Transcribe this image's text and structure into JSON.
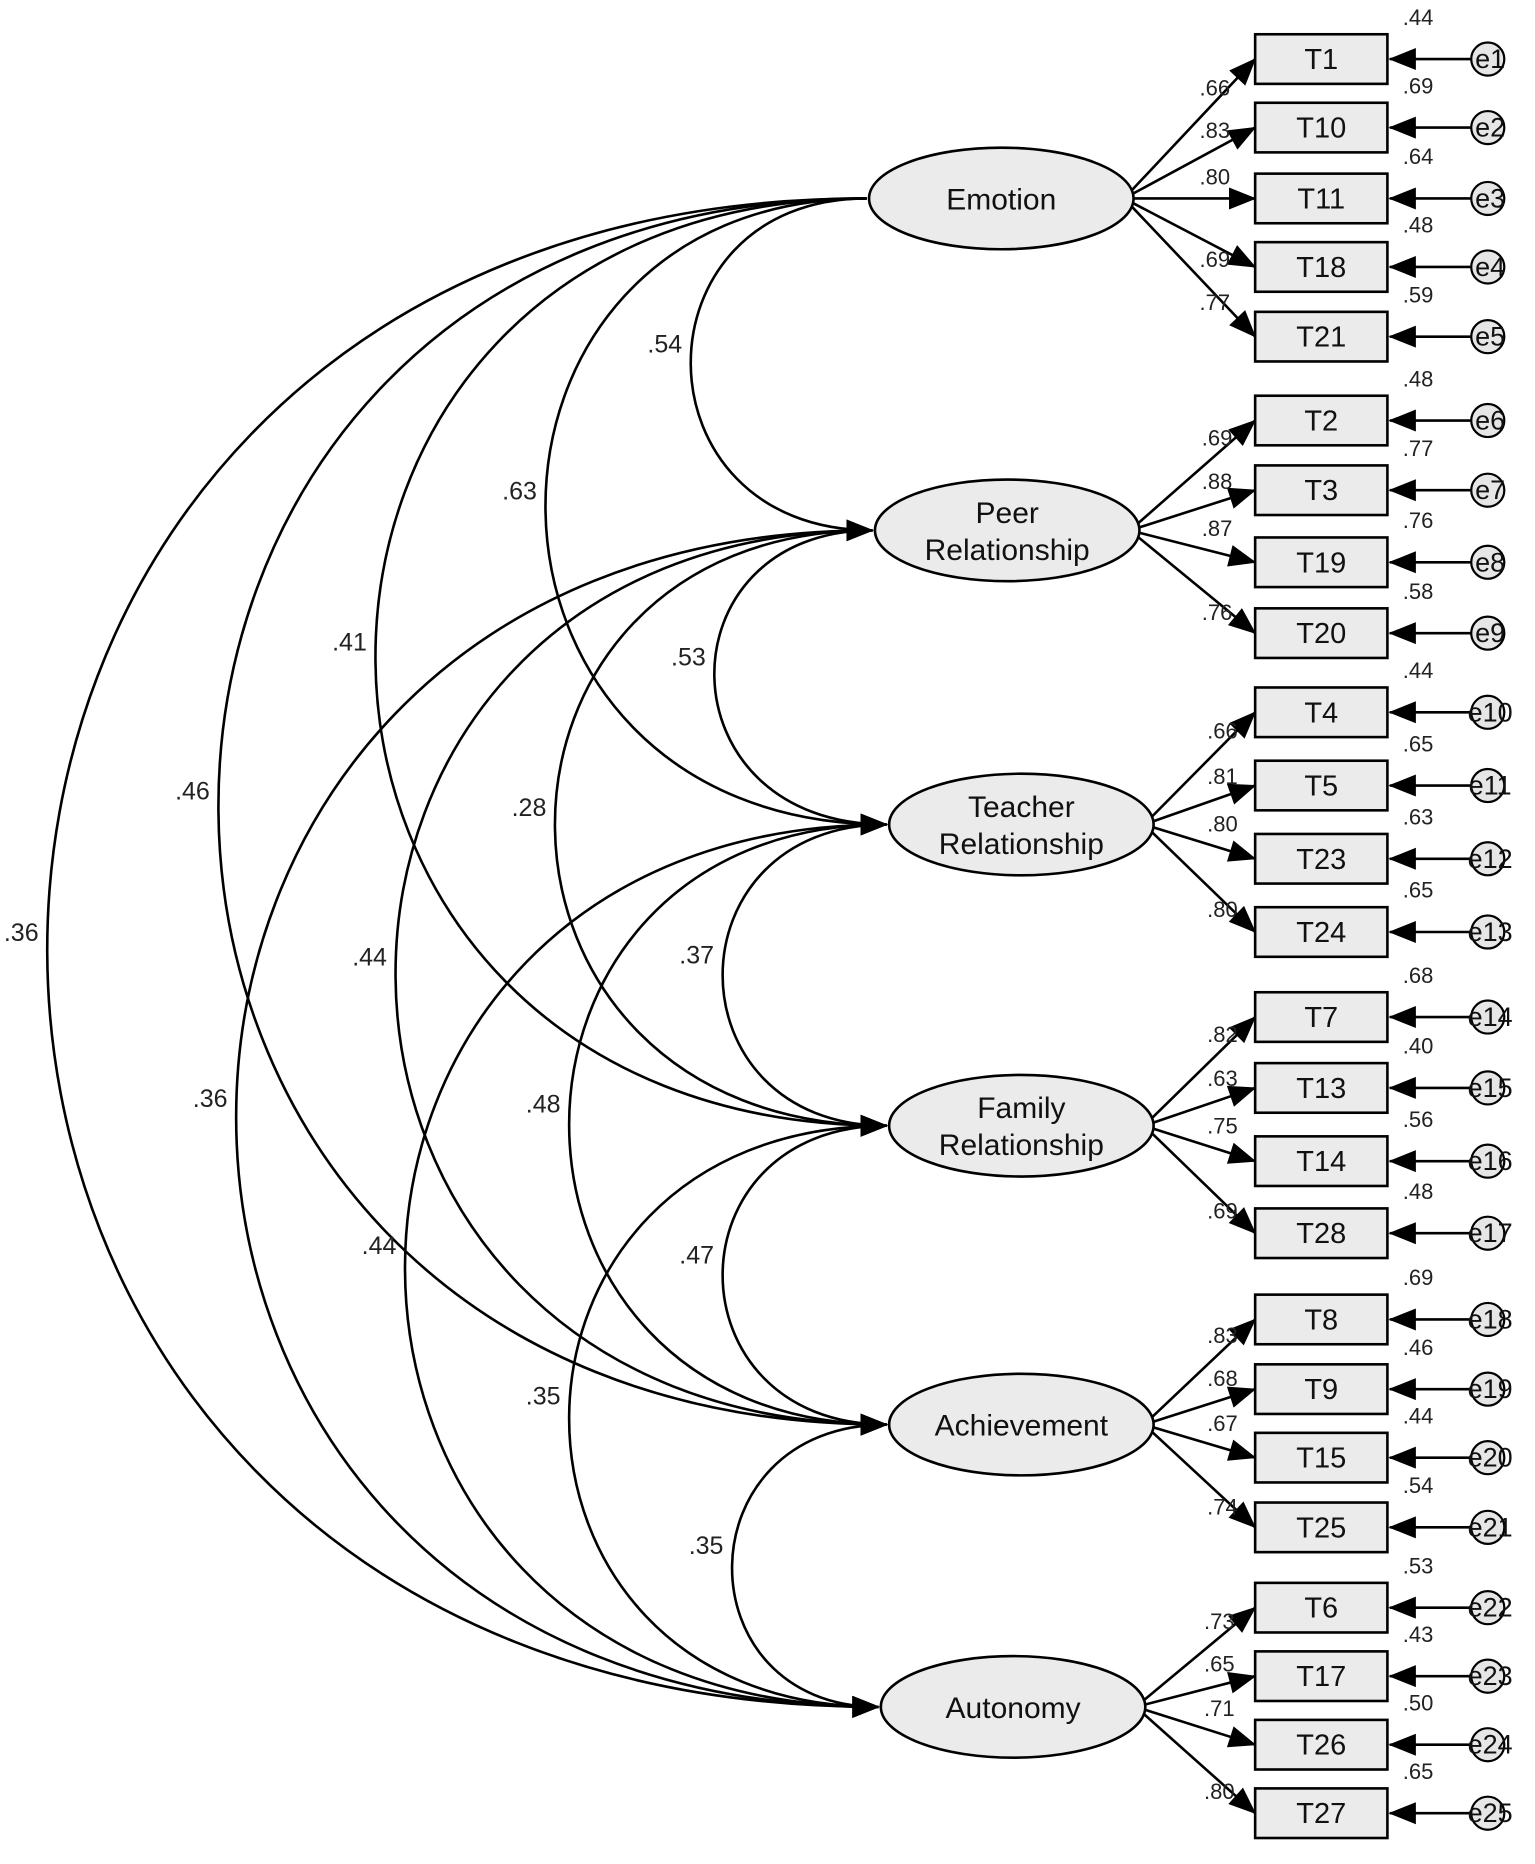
{
  "colors": {
    "node_fill": "#ebebeb",
    "stroke": "#000000",
    "text": "#111111"
  },
  "factors": [
    {
      "id": "emotion",
      "lines": [
        "Emotion"
      ],
      "items": [
        {
          "id": "T1",
          "loading": ".66",
          "r2": ".44",
          "error": "e1"
        },
        {
          "id": "T10",
          "loading": ".83",
          "r2": ".69",
          "error": "e2"
        },
        {
          "id": "T11",
          "loading": ".80",
          "r2": ".64",
          "error": "e3"
        },
        {
          "id": "T18",
          "loading": ".69",
          "r2": ".48",
          "error": "e4"
        },
        {
          "id": "T21",
          "loading": ".77",
          "r2": ".59",
          "error": "e5"
        }
      ]
    },
    {
      "id": "peer",
      "lines": [
        "Peer",
        "Relationship"
      ],
      "items": [
        {
          "id": "T2",
          "loading": ".69",
          "r2": ".48",
          "error": "e6"
        },
        {
          "id": "T3",
          "loading": ".88",
          "r2": ".77",
          "error": "e7"
        },
        {
          "id": "T19",
          "loading": ".87",
          "r2": ".76",
          "error": "e8"
        },
        {
          "id": "T20",
          "loading": ".76",
          "r2": ".58",
          "error": "e9"
        }
      ]
    },
    {
      "id": "teacher",
      "lines": [
        "Teacher",
        "Relationship"
      ],
      "items": [
        {
          "id": "T4",
          "loading": ".66",
          "r2": ".44",
          "error": "e10"
        },
        {
          "id": "T5",
          "loading": ".81",
          "r2": ".65",
          "error": "e11"
        },
        {
          "id": "T23",
          "loading": ".80",
          "r2": ".63",
          "error": "e12"
        },
        {
          "id": "T24",
          "loading": ".80",
          "r2": ".65",
          "error": "e13"
        }
      ]
    },
    {
      "id": "family",
      "lines": [
        "Family",
        "Relationship"
      ],
      "items": [
        {
          "id": "T7",
          "loading": ".82",
          "r2": ".68",
          "error": "e14"
        },
        {
          "id": "T13",
          "loading": ".63",
          "r2": ".40",
          "error": "e15"
        },
        {
          "id": "T14",
          "loading": ".75",
          "r2": ".56",
          "error": "e16"
        },
        {
          "id": "T28",
          "loading": ".69",
          "r2": ".48",
          "error": "e17"
        }
      ]
    },
    {
      "id": "achievement",
      "lines": [
        "Achievement"
      ],
      "items": [
        {
          "id": "T8",
          "loading": ".83",
          "r2": ".69",
          "error": "e18"
        },
        {
          "id": "T9",
          "loading": ".68",
          "r2": ".46",
          "error": "e19"
        },
        {
          "id": "T15",
          "loading": ".67",
          "r2": ".44",
          "error": "e20"
        },
        {
          "id": "T25",
          "loading": ".74",
          "r2": ".54",
          "error": "e21"
        }
      ]
    },
    {
      "id": "autonomy",
      "lines": [
        "Autonomy"
      ],
      "items": [
        {
          "id": "T6",
          "loading": ".73",
          "r2": ".53",
          "error": "e22"
        },
        {
          "id": "T17",
          "loading": ".65",
          "r2": ".43",
          "error": "e23"
        },
        {
          "id": "T26",
          "loading": ".71",
          "r2": ".50",
          "error": "e24"
        },
        {
          "id": "T27",
          "loading": ".80",
          "r2": ".65",
          "error": "e25"
        }
      ]
    }
  ],
  "correlations": [
    {
      "from": "emotion",
      "to": "peer",
      "value": ".54"
    },
    {
      "from": "peer",
      "to": "teacher",
      "value": ".53"
    },
    {
      "from": "teacher",
      "to": "family",
      "value": ".37"
    },
    {
      "from": "family",
      "to": "achievement",
      "value": ".47"
    },
    {
      "from": "achievement",
      "to": "autonomy",
      "value": ".35"
    },
    {
      "from": "emotion",
      "to": "teacher",
      "value": ".63"
    },
    {
      "from": "peer",
      "to": "family",
      "value": ".28"
    },
    {
      "from": "teacher",
      "to": "achievement",
      "value": ".48"
    },
    {
      "from": "family",
      "to": "autonomy",
      "value": ".35"
    },
    {
      "from": "emotion",
      "to": "family",
      "value": ".41"
    },
    {
      "from": "peer",
      "to": "achievement",
      "value": ".44"
    },
    {
      "from": "teacher",
      "to": "autonomy",
      "value": ".44"
    },
    {
      "from": "emotion",
      "to": "achievement",
      "value": ".46"
    },
    {
      "from": "peer",
      "to": "autonomy",
      "value": ".36"
    },
    {
      "from": "emotion",
      "to": "autonomy",
      "value": ".36"
    }
  ]
}
